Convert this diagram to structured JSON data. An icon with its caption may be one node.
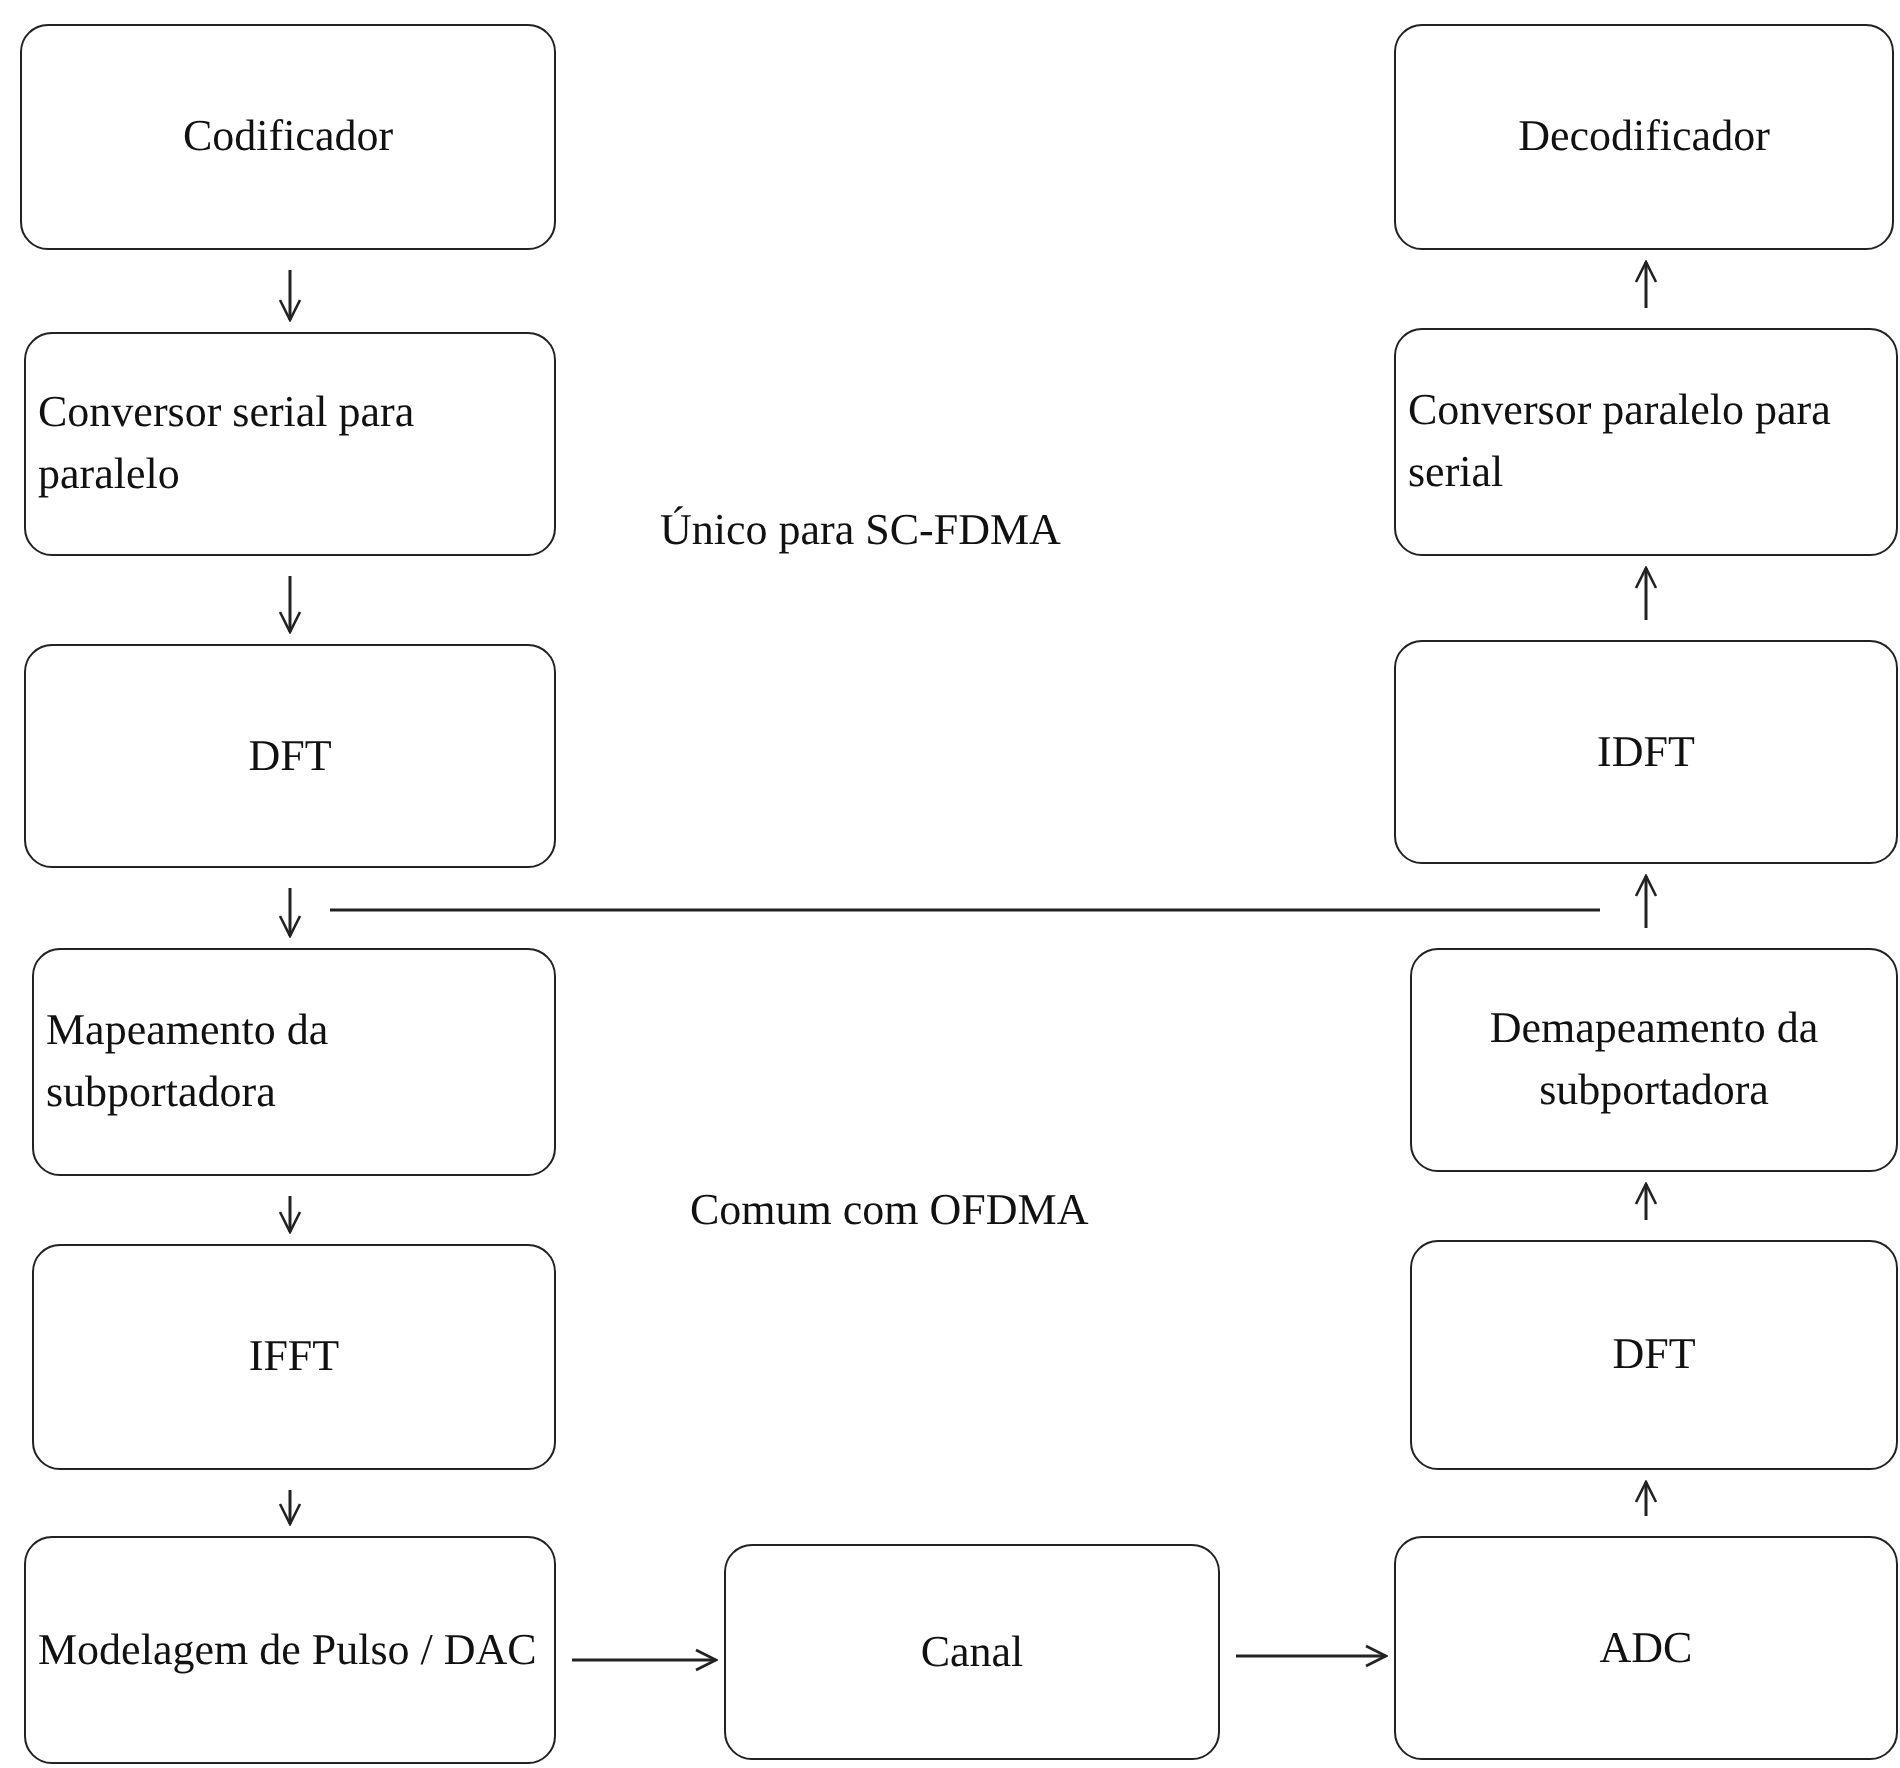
{
  "diagram": {
    "nodes": [
      {
        "text": [
          "Codificador"
        ]
      },
      {
        "text": [
          "Decodificador"
        ]
      },
      {
        "text": [
          "Conversor serial para paralelo"
        ]
      },
      {
        "text": [
          "Conversor paralelo para serial"
        ]
      },
      {
        "text": [
          "DFT"
        ]
      },
      {
        "text": [
          "IDFT"
        ]
      },
      {
        "text": [
          "Mapeamento da subportadora"
        ]
      },
      {
        "text": [
          "Demapeamento da subportadora"
        ]
      },
      {
        "text": [
          "IFFT"
        ]
      },
      {
        "text": [
          "DFT"
        ]
      },
      {
        "text": [
          "Modelagem de Pulso / DAC"
        ]
      },
      {
        "text": [
          "Canal"
        ]
      },
      {
        "text": [
          "ADC"
        ]
      }
    ],
    "edges": [
      {
        "from": 0,
        "to": 2,
        "arrow": "to"
      },
      {
        "from": 2,
        "to": 4,
        "arrow": "to"
      },
      {
        "from": 4,
        "to": 6,
        "arrow": "to"
      },
      {
        "from": 6,
        "to": 8,
        "arrow": "to"
      },
      {
        "from": 8,
        "to": 10,
        "arrow": "to"
      },
      {
        "from": 10,
        "to": 11,
        "arrow": "to"
      },
      {
        "from": 11,
        "to": 12,
        "arrow": "to"
      },
      {
        "from": 12,
        "to": 9,
        "arrow": "to"
      },
      {
        "from": 9,
        "to": 7,
        "arrow": "to"
      },
      {
        "from": 7,
        "to": 5,
        "arrow": "to"
      },
      {
        "from": 5,
        "to": 3,
        "arrow": "to"
      },
      {
        "from": 3,
        "to": 1,
        "arrow": "to"
      }
    ],
    "labels": [
      "Único para SC-FDMA",
      "Comum com OFDMA"
    ]
  }
}
